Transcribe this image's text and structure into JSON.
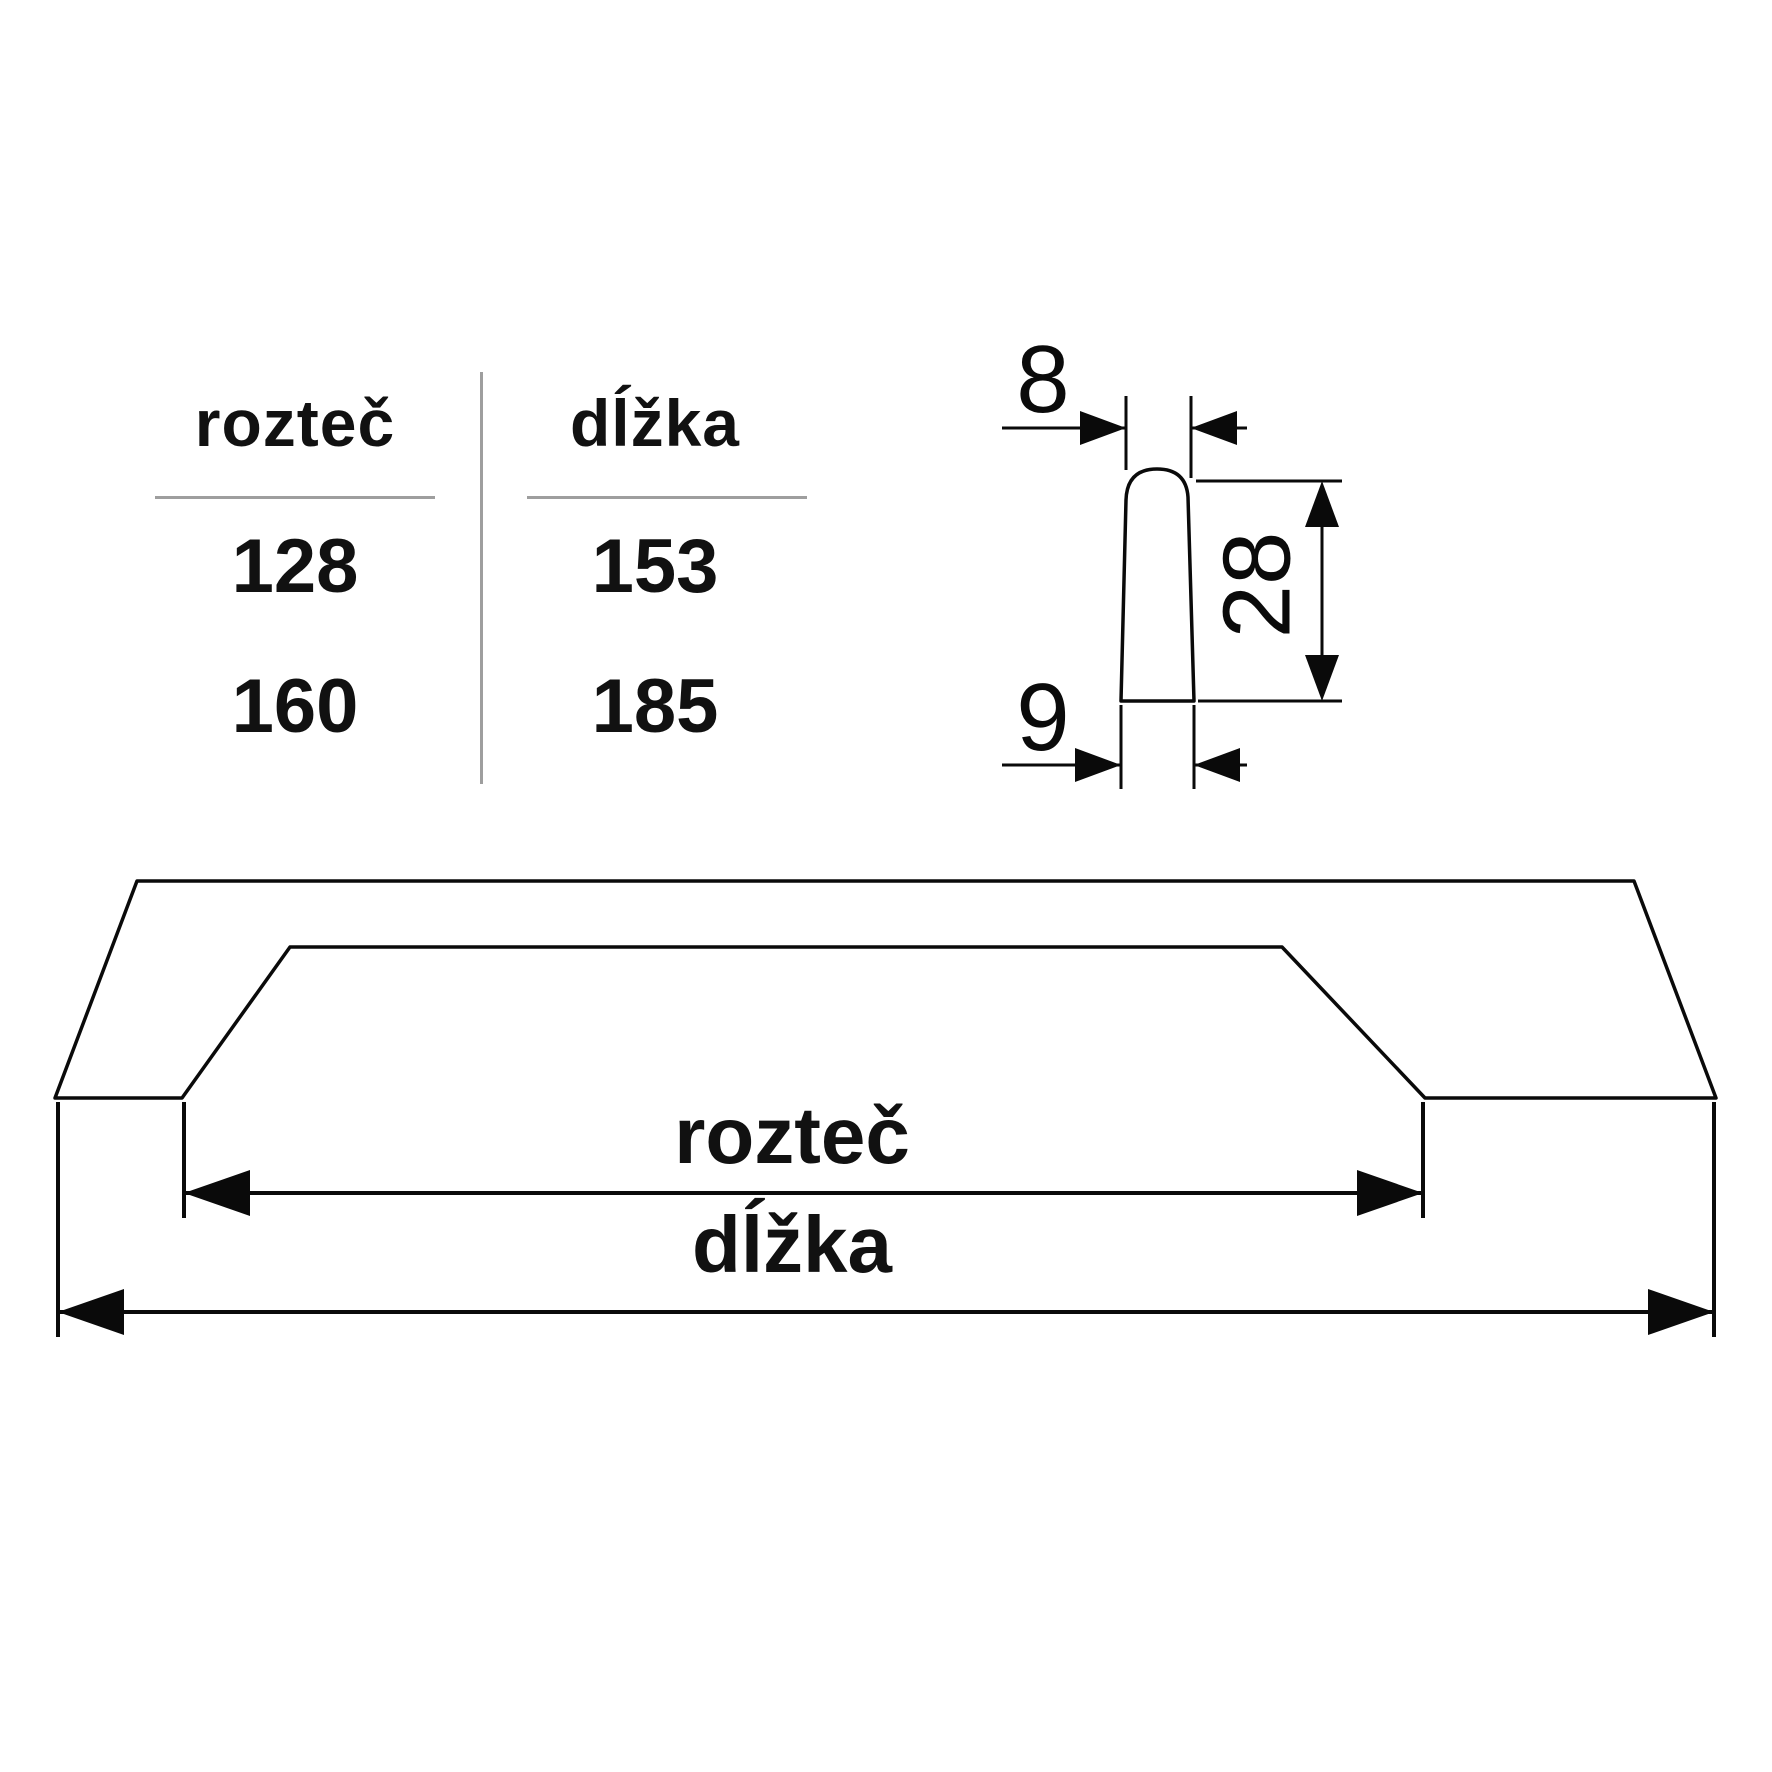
{
  "table": {
    "col1_header": "rozteč",
    "col2_header": "dĺžka",
    "rows": [
      {
        "roztec": "128",
        "dlzka": "153"
      },
      {
        "roztec": "160",
        "dlzka": "185"
      }
    ]
  },
  "cross_section": {
    "top_width": "8",
    "height": "28",
    "bottom_width": "9"
  },
  "front_view": {
    "spacing_label": "rozteč",
    "length_label": "dĺžka"
  },
  "colors": {
    "line": "#0a0a0a",
    "table_rule": "#9e9e9e",
    "background": "#ffffff"
  }
}
